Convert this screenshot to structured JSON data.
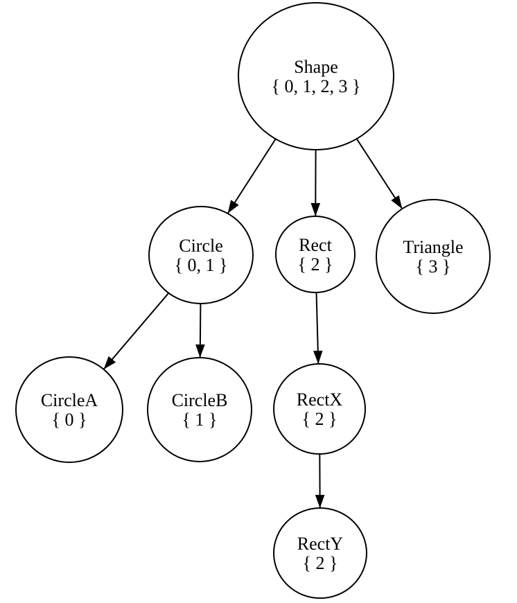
{
  "diagram": {
    "type": "inheritance-tree",
    "background_color": "#ffffff",
    "stroke_color": "#000000",
    "text_color": "#000000",
    "nodes": [
      {
        "id": "shape",
        "label": "Shape",
        "set": "{ 0, 1, 2, 3 }"
      },
      {
        "id": "circle",
        "label": "Circle",
        "set": "{ 0, 1 }"
      },
      {
        "id": "rect",
        "label": "Rect",
        "set": "{ 2 }"
      },
      {
        "id": "triangle",
        "label": "Triangle",
        "set": "{ 3 }"
      },
      {
        "id": "circleA",
        "label": "CircleA",
        "set": "{ 0 }"
      },
      {
        "id": "circleB",
        "label": "CircleB",
        "set": "{ 1 }"
      },
      {
        "id": "rectX",
        "label": "RectX",
        "set": "{ 2 }"
      },
      {
        "id": "rectY",
        "label": "RectY",
        "set": "{ 2 }"
      }
    ],
    "edges": [
      {
        "from": "shape",
        "to": "circle"
      },
      {
        "from": "shape",
        "to": "rect"
      },
      {
        "from": "shape",
        "to": "triangle"
      },
      {
        "from": "circle",
        "to": "circleA"
      },
      {
        "from": "circle",
        "to": "circleB"
      },
      {
        "from": "rect",
        "to": "rectX"
      },
      {
        "from": "rectX",
        "to": "rectY"
      }
    ]
  }
}
